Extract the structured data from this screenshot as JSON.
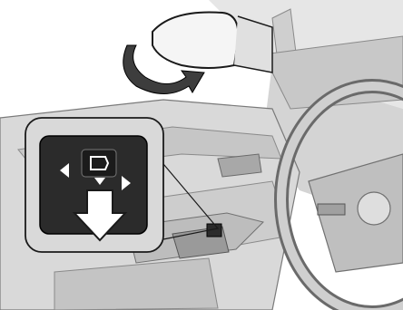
{
  "illustration": {
    "subject": "car-interior-door-panel",
    "callout": {
      "control": "mirror-fold-switch",
      "arrows": [
        "left",
        "down",
        "right"
      ],
      "action_icon": "down-arrow-icon"
    },
    "mirror_rotation": "fold-arrow-icon"
  },
  "colors": {
    "paper": "#ffffff",
    "light_gray": "#d9d9d9",
    "mid_gray": "#b8b8b8",
    "dark_gray": "#7a7a7a",
    "outline": "#1a1a1a",
    "switch_face": "#2b2b2b"
  }
}
